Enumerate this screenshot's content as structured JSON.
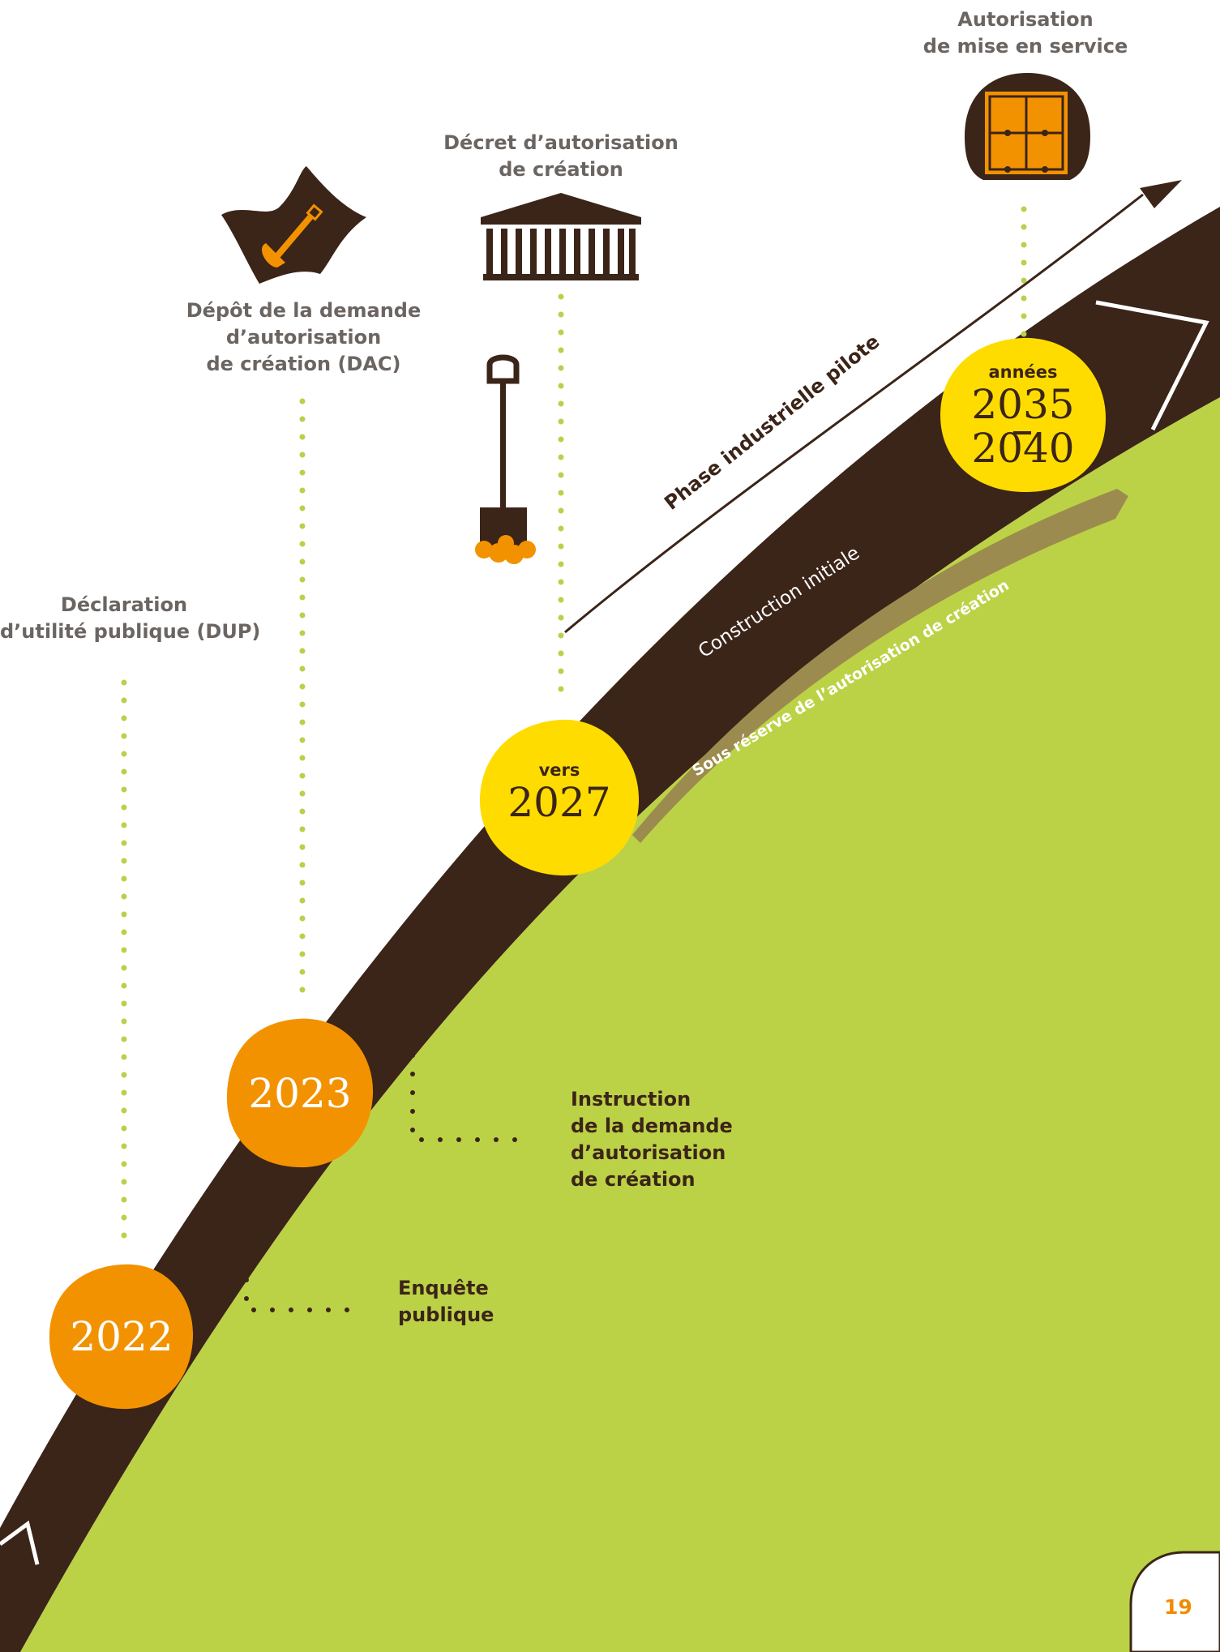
{
  "colors": {
    "green": "#bcd246",
    "brown": "#3b2418",
    "orange": "#f39200",
    "yellow": "#ffdc00",
    "olive": "#9c8b4e",
    "dot_green": "#b7d24a",
    "grey_text": "#6b6562"
  },
  "milestones": {
    "dup": {
      "lines": [
        "Déclaration",
        "d’utilité publique (DUP)"
      ]
    },
    "dac": {
      "lines": [
        "Dépôt de la demande",
        "d’autorisation",
        "de création (DAC)"
      ],
      "icon": "map-shovel-icon"
    },
    "decret": {
      "lines": [
        "Décret d’autorisation",
        "de création"
      ],
      "icon": "government-building-icon"
    },
    "mise_en_service": {
      "lines": [
        "Autorisation",
        "de mise en service"
      ],
      "icon": "reactor-core-icon"
    }
  },
  "years": {
    "y2022": "2022",
    "y2023": "2023",
    "y2027": {
      "prefix": "vers",
      "year": "2027"
    },
    "y2035": {
      "prefix": "années",
      "year_a": "2035",
      "year_b": "2040"
    }
  },
  "phases": {
    "pilot": "Phase industrielle pilote",
    "construction": "Construction initiale",
    "reserve": "Sous réserve de l’autorisation de création"
  },
  "annotations": {
    "enquete": [
      "Enquête",
      "publique"
    ],
    "instruction": [
      "Instruction",
      "de la demande",
      "d’autorisation",
      "de création"
    ]
  },
  "icons": {
    "shovel": "shovel-icon"
  },
  "page_number": "19"
}
